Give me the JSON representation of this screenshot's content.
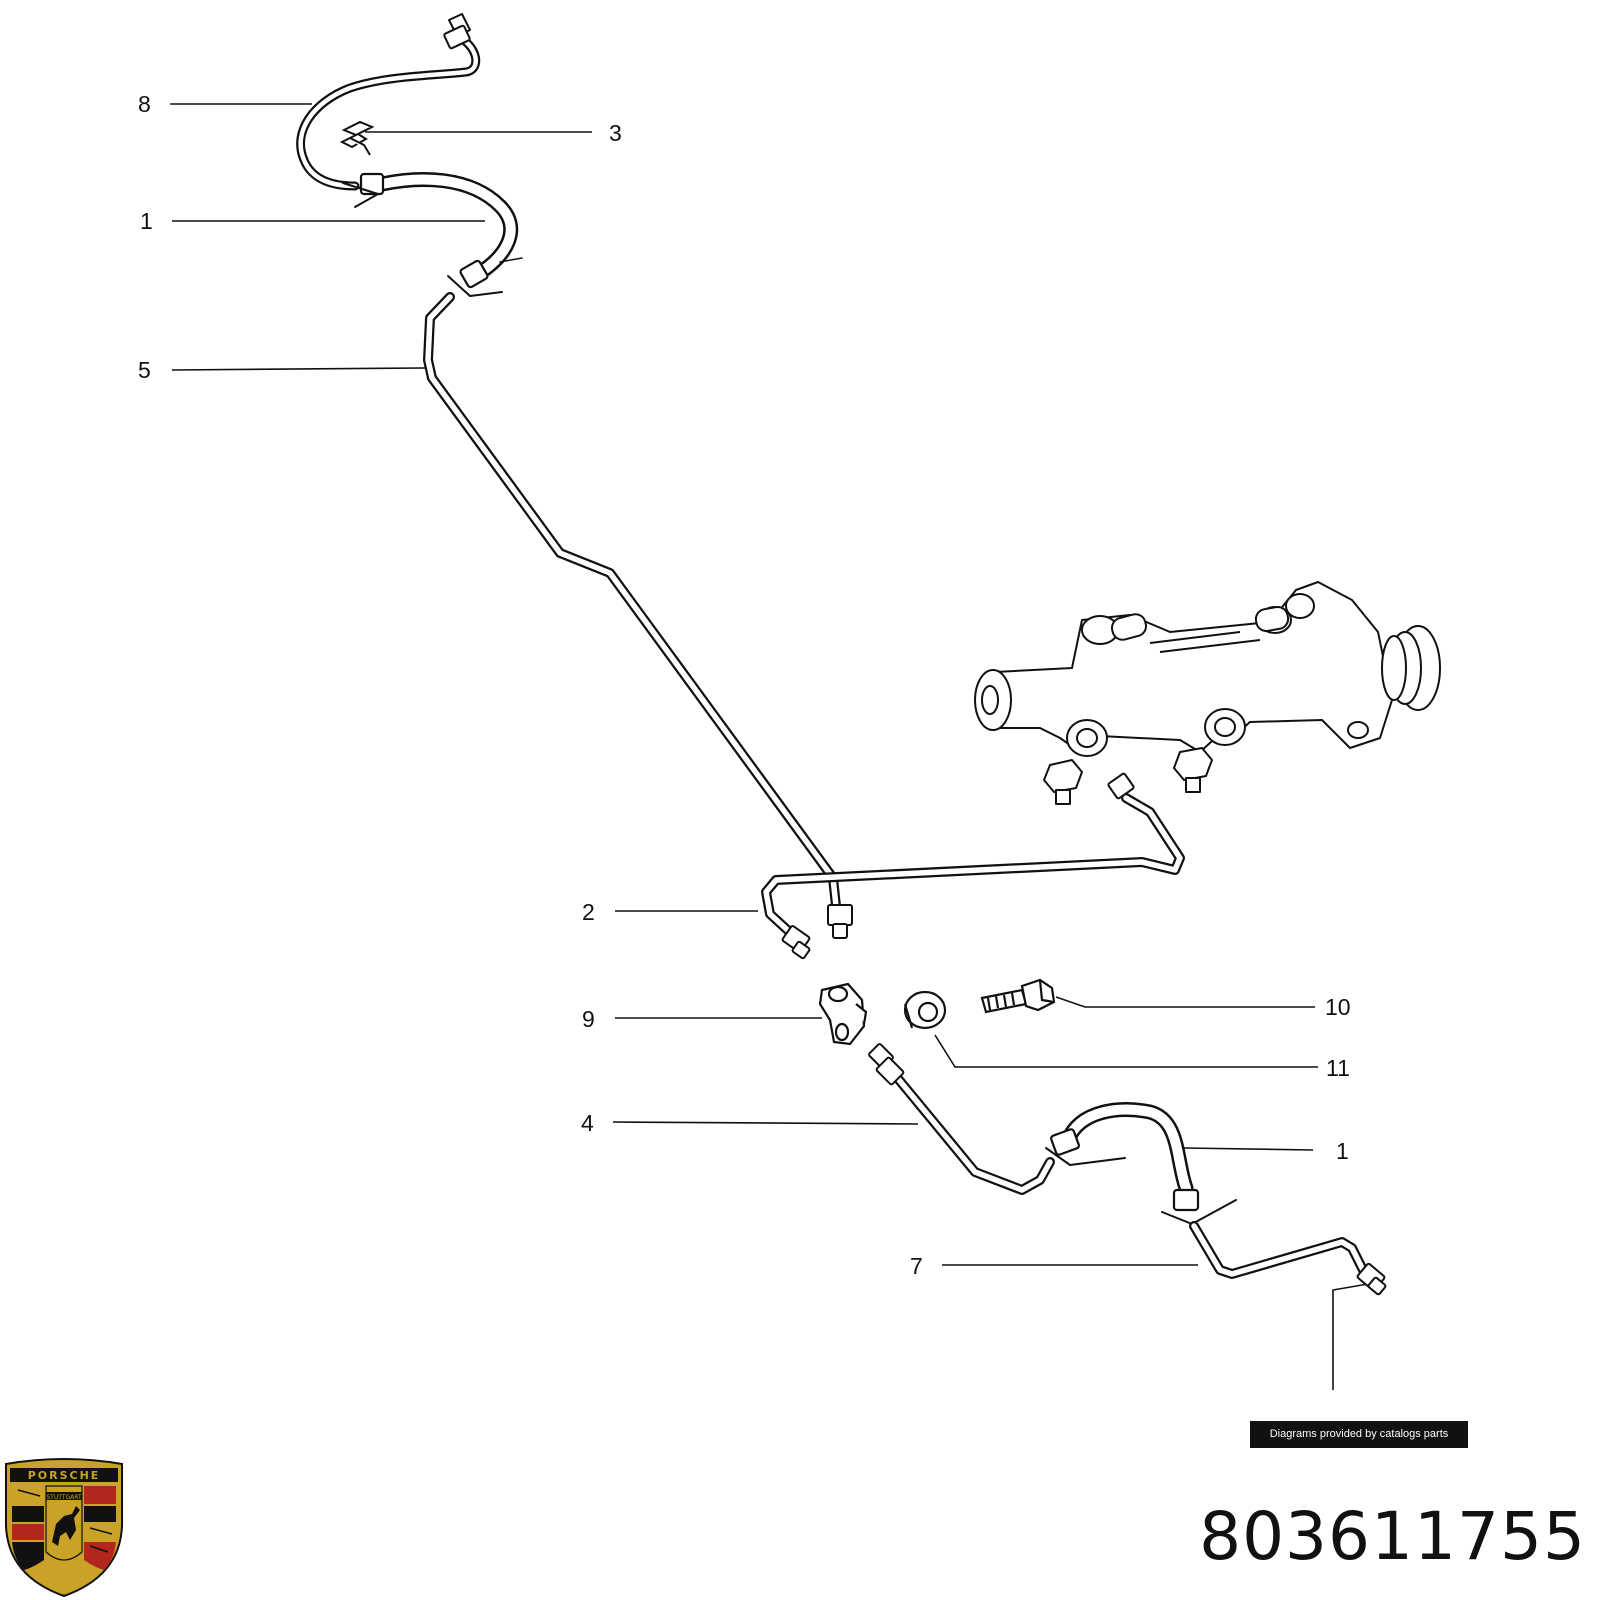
{
  "callouts": {
    "c8": "8",
    "c3": "3",
    "c1_top": "1",
    "c5": "5",
    "c2": "2",
    "c9": "9",
    "c10": "10",
    "c11": "11",
    "c4": "4",
    "c1_bottom": "1",
    "c7": "7"
  },
  "credit_text": "Diagrams provided by catalogs parts",
  "part_number": "803611755",
  "logo": {
    "icon": "porsche-crest-icon",
    "wordmark": "PORSCHE",
    "city": "STUTTGART",
    "colors": {
      "gold": "#c9a227",
      "red": "#b3261e",
      "black": "#111111"
    }
  }
}
